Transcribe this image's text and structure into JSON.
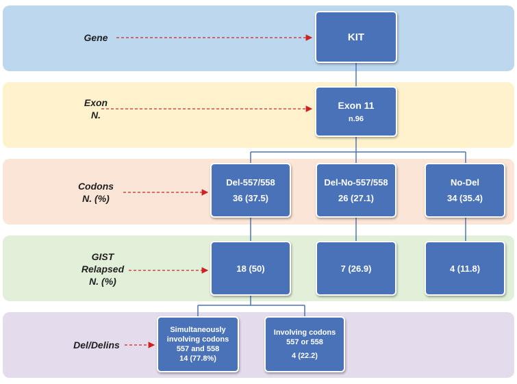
{
  "levels": {
    "gene": {
      "lines": [
        "Gene"
      ],
      "color": "#bdd7ee"
    },
    "exon": {
      "lines": [
        "Exon",
        "N."
      ],
      "color": "#fff2cc"
    },
    "codons": {
      "lines": [
        "Codons",
        "N. (%)"
      ],
      "color": "#fbe5d6"
    },
    "relapsed": {
      "lines": [
        "GIST",
        "Relapsed",
        "N. (%)"
      ],
      "color": "#e2f0d9"
    },
    "deldelins": {
      "lines": [
        "Del/Delins"
      ],
      "color": "#e4dcec"
    }
  },
  "nodes": {
    "kit": {
      "lines": [
        "KIT"
      ]
    },
    "exon11": {
      "lines": [
        "Exon 11",
        "n.96"
      ]
    },
    "del557": {
      "lines": [
        "Del-557/558",
        "36 (37.5)"
      ]
    },
    "delno557": {
      "lines": [
        "Del-No-557/558",
        "26 (27.1)"
      ]
    },
    "nodel": {
      "lines": [
        "No-Del",
        "34 (35.4)"
      ]
    },
    "rel_del557": {
      "lines": [
        "18 (50)"
      ]
    },
    "rel_delno557": {
      "lines": [
        "7 (26.9)"
      ]
    },
    "rel_nodel": {
      "lines": [
        "4 (11.8)"
      ]
    },
    "simultaneous": {
      "lines": [
        "Simultaneously",
        "involving codons",
        "557 and 558",
        "14 (77.8%)"
      ]
    },
    "involving": {
      "lines": [
        "Involving codons",
        "557 or 558",
        "4 (22.2)"
      ]
    }
  },
  "colors": {
    "node_fill": "#4a72b8",
    "connector": "#4a72b8",
    "arrow": "#cc2222"
  }
}
